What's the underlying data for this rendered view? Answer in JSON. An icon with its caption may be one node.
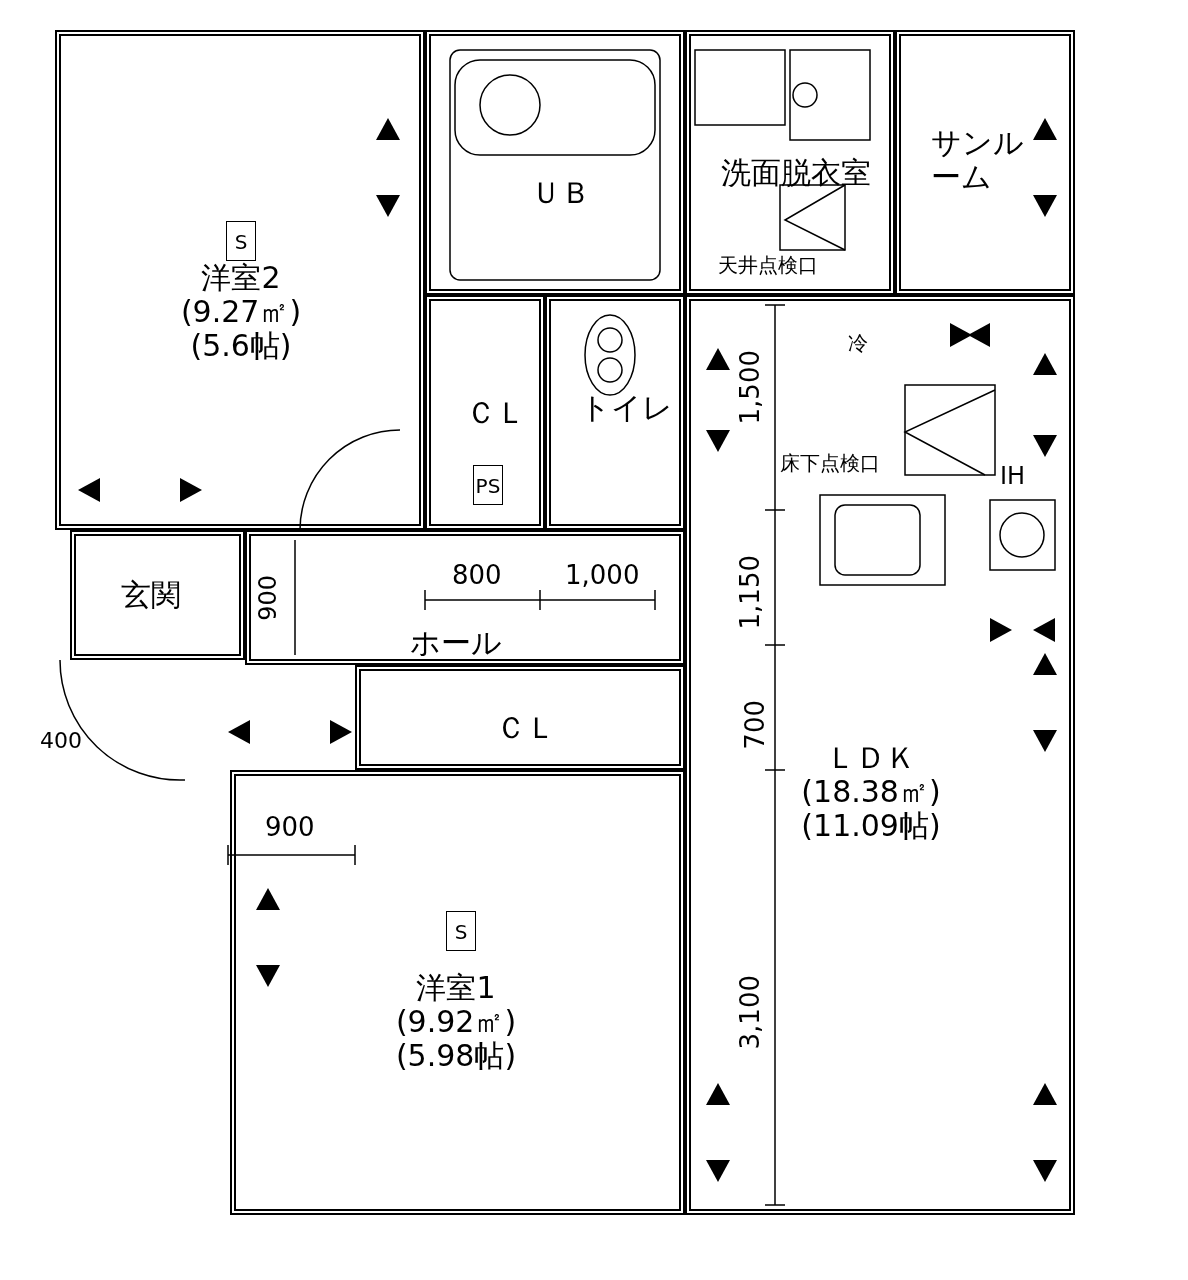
{
  "diagram": {
    "nodes": [
      {
        "text": [
          "洋室2",
          "(9.27㎡)",
          "(5.6帖)"
        ]
      },
      {
        "text": [
          "ＵＢ"
        ]
      },
      {
        "text": [
          "洗面脱衣室"
        ]
      },
      {
        "text": [
          "サンルーム"
        ]
      },
      {
        "text": [
          "ＣＬ"
        ]
      },
      {
        "text": [
          "トイレ"
        ]
      },
      {
        "text": [
          "PS"
        ],
        "in": 4
      },
      {
        "text": [
          "玄関"
        ]
      },
      {
        "text": [
          "ホール"
        ]
      },
      {
        "text": [
          "ＣＬ"
        ]
      },
      {
        "text": [
          "ＬＤＫ",
          "(18.38㎡)",
          "(11.09帖)"
        ]
      },
      {
        "text": [
          "洋室1",
          "(9.92㎡)",
          "(5.98帖)"
        ]
      },
      {
        "text": [
          "S"
        ],
        "in": 0
      },
      {
        "text": [
          "S"
        ],
        "in": 11
      }
    ],
    "labels": [
      "天井点検口",
      "冷",
      "1,500",
      "床下点検口",
      "IH",
      "800",
      "1,000",
      "1,150",
      "900",
      "400",
      "700",
      "900",
      "3,100"
    ]
  }
}
